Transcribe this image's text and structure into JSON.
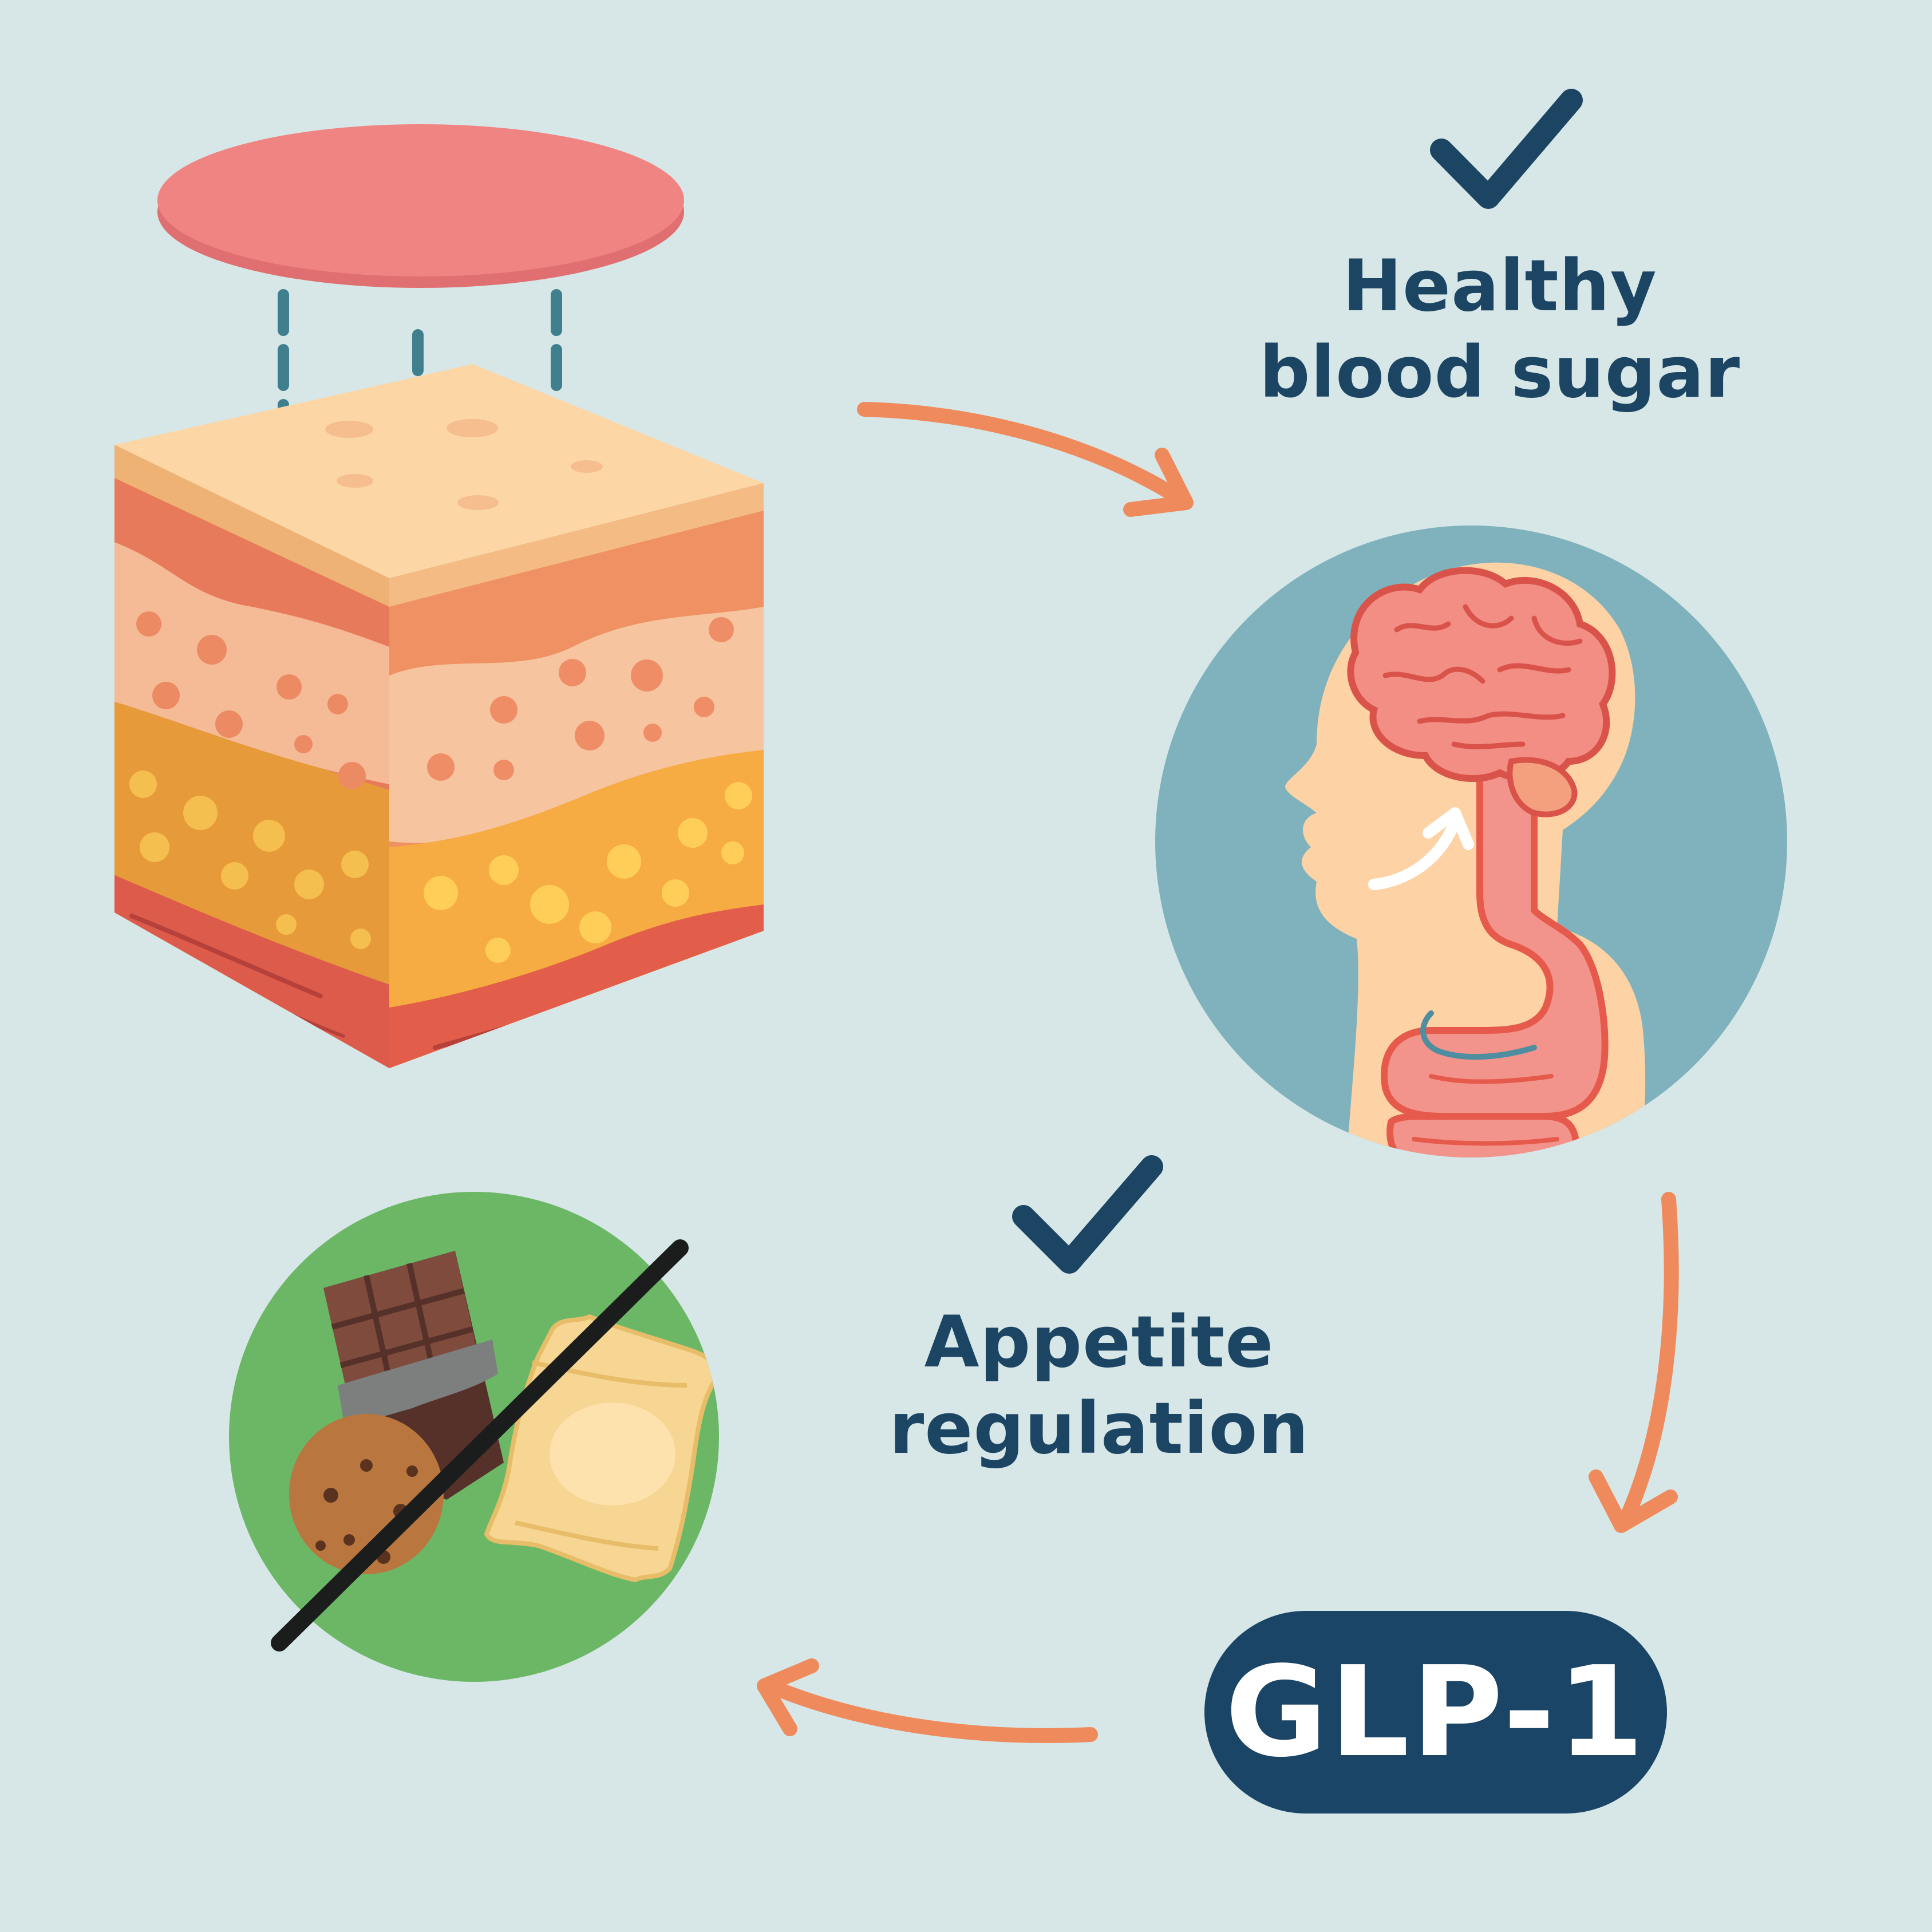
{
  "labels": {
    "blood_sugar": {
      "line1": "Healthy",
      "line2": "blood sugar"
    },
    "appetite": {
      "line1": "Appetite",
      "line2": "regulation"
    },
    "glp1": "GLP-1"
  },
  "icons": {
    "patch": "skin-patch-icon",
    "skin": "skin-layers-icon",
    "body": "brain-gut-icon",
    "food": "crossed-out-sweets-icon",
    "check": "checkmark-icon",
    "arrow": "curved-arrow-icon"
  },
  "colors": {
    "background": "#d7e7e7",
    "navy": "#1b4563",
    "arrow": "#ef8a5c",
    "patch": "#f08482",
    "body_circle": "#7fb2bc",
    "food_circle": "#6bb766"
  }
}
